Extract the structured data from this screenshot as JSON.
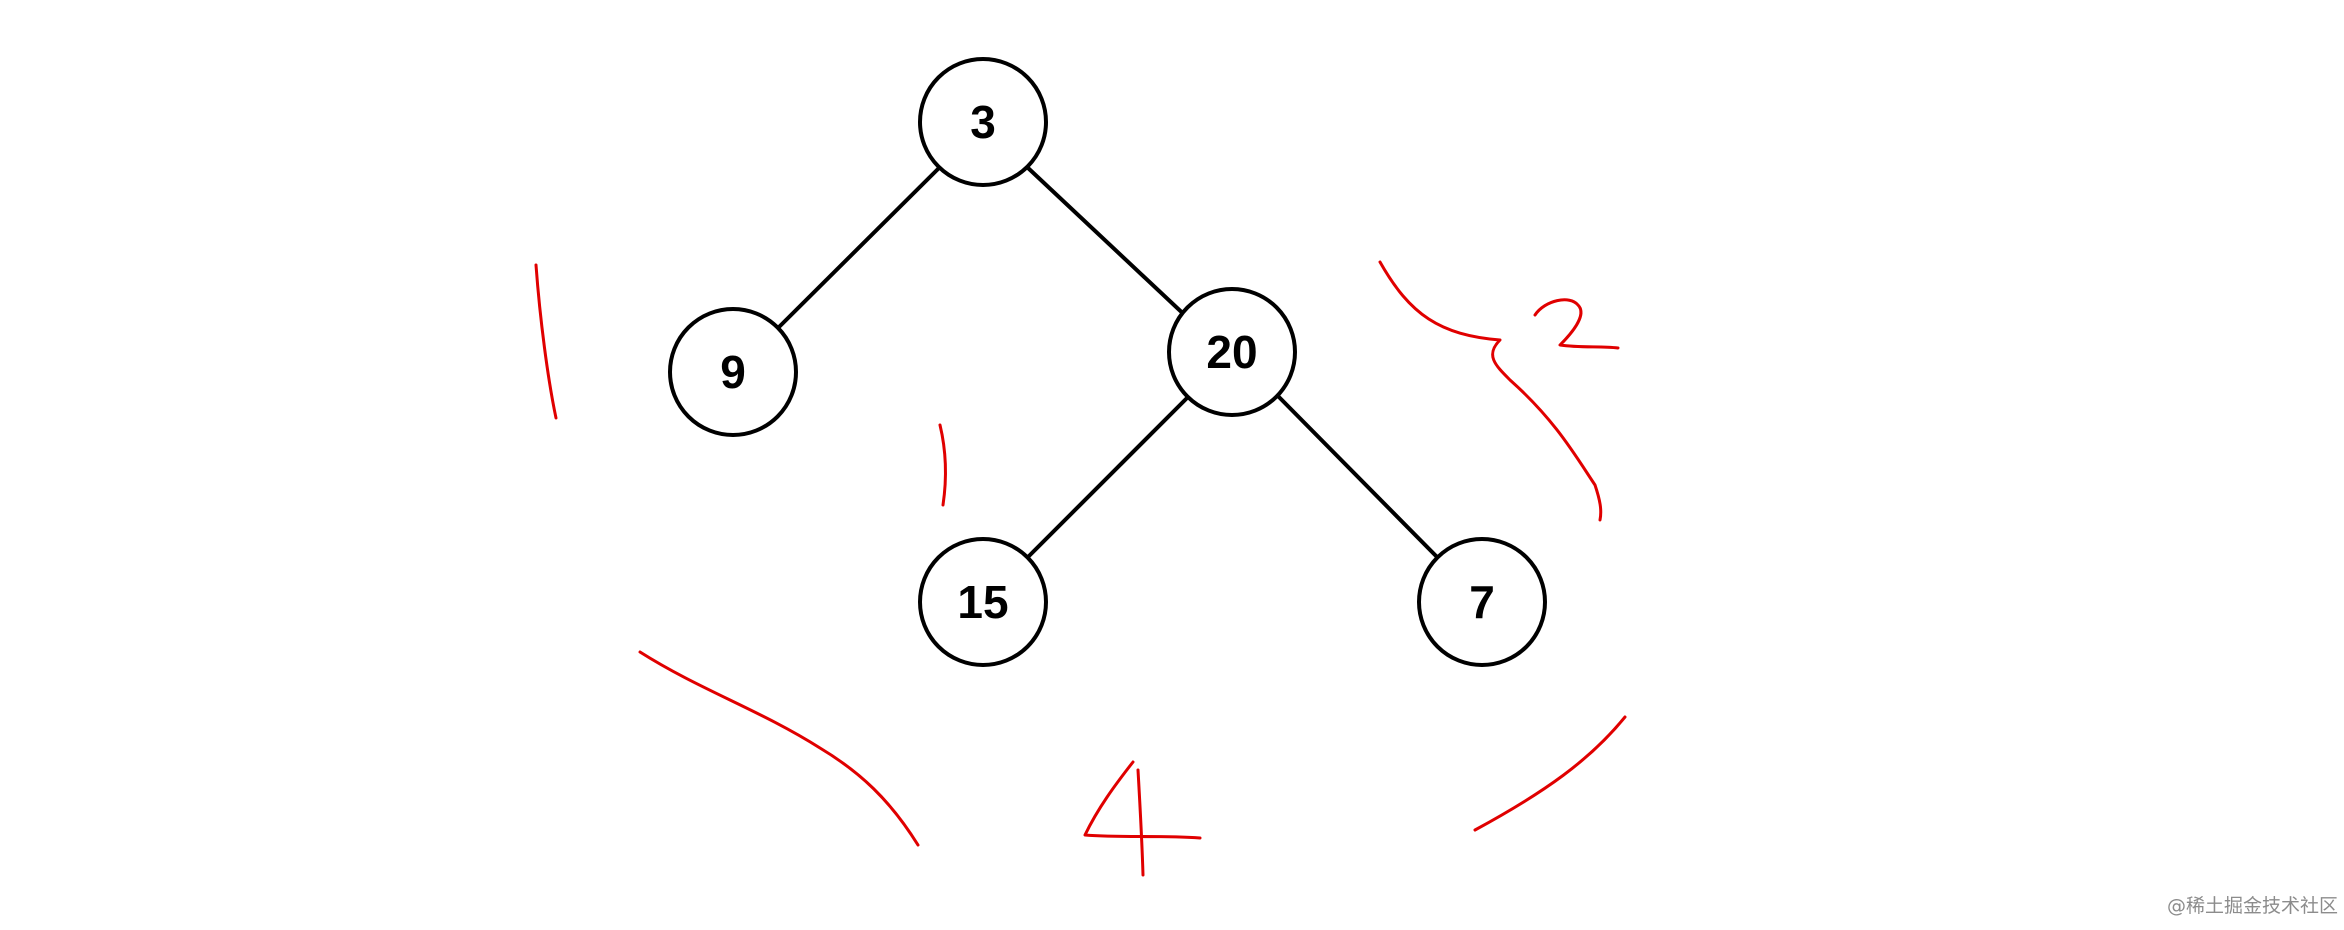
{
  "colors": {
    "background": "#ffffff",
    "node_stroke": "#000000",
    "annotation": "#e00000",
    "watermark": "#8c8c8c"
  },
  "tree": {
    "nodes": [
      {
        "id": "root",
        "label": "3"
      },
      {
        "id": "left",
        "label": "9"
      },
      {
        "id": "right",
        "label": "20"
      },
      {
        "id": "right-left",
        "label": "15"
      },
      {
        "id": "right-right",
        "label": "7"
      }
    ],
    "edges": [
      {
        "from": "root",
        "to": "left"
      },
      {
        "from": "root",
        "to": "right"
      },
      {
        "from": "right",
        "to": "right-left"
      },
      {
        "from": "right",
        "to": "right-right"
      }
    ]
  },
  "annotations": {
    "marks": [
      "1",
      "1",
      "2",
      "4"
    ]
  },
  "watermark": {
    "text": "@稀土掘金技术社区"
  }
}
